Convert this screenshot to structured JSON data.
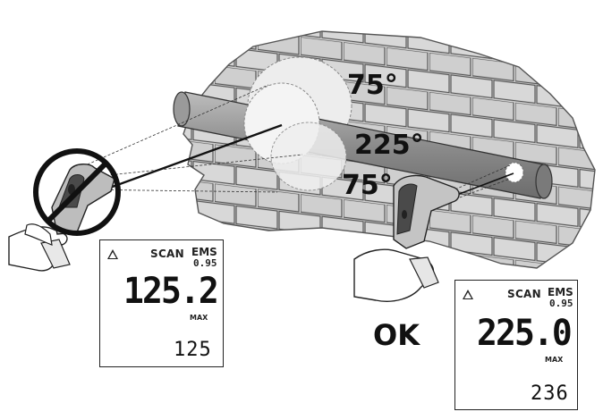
{
  "wall": {
    "temp_upper": "75°",
    "temp_pipe": "225°",
    "temp_lower": "75°"
  },
  "display_bad": {
    "mode": "SCAN",
    "ems_label": "EMS",
    "ems_value": "0.95",
    "reading": "125.2",
    "max_label": "MAX",
    "secondary": "125"
  },
  "display_ok": {
    "mode": "SCAN",
    "ems_label": "EMS",
    "ems_value": "0.95",
    "reading": "225.0",
    "max_label": "MAX",
    "secondary": "236"
  },
  "verdict": "OK",
  "icons": {
    "prohibited": "prohibited-circle-icon",
    "warning": "warning-triangle-icon"
  },
  "colors": {
    "brick": "#d4d4d4",
    "mortar": "#555555",
    "pipe": "#8a8a8a",
    "spot": "#f4f4f4",
    "prohibit": "#111111"
  }
}
